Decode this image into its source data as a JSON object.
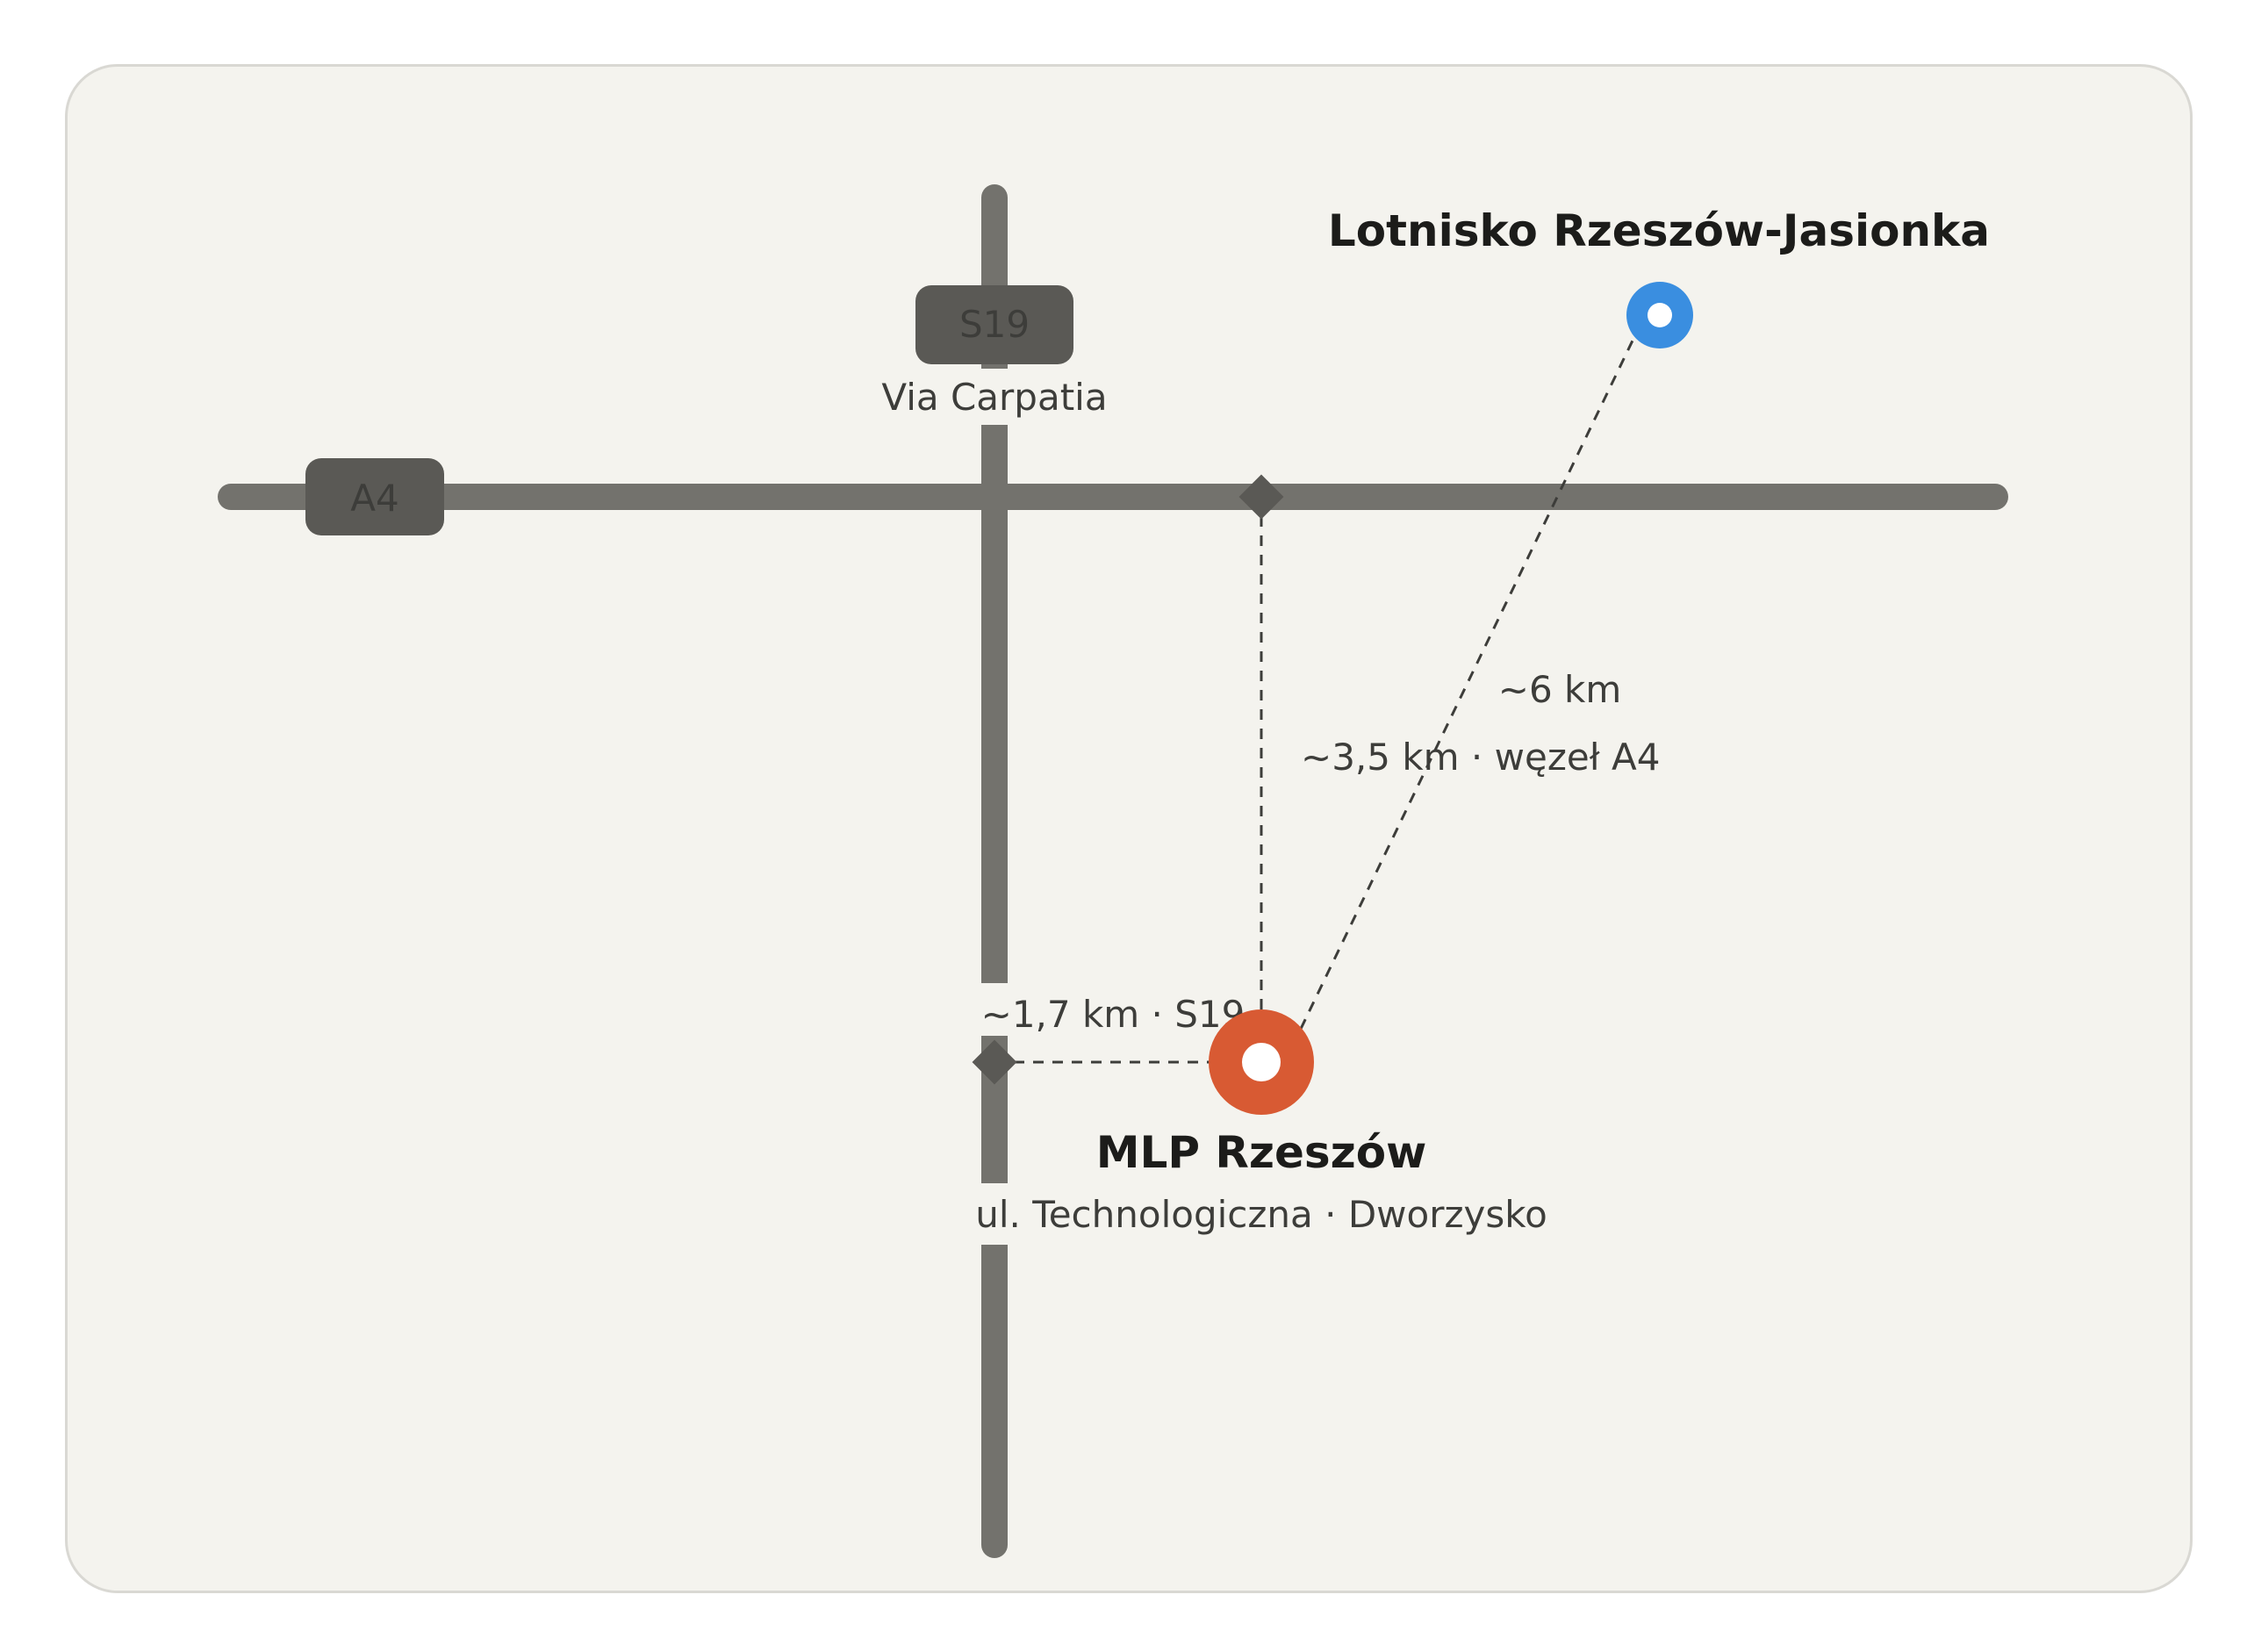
{
  "map": {
    "roads": {
      "s19": {
        "badge": "S19",
        "name": "Via Carpatia"
      },
      "a4": {
        "badge": "A4"
      }
    },
    "places": {
      "site": {
        "title": "MLP Rzeszów",
        "subtitle": "ul. Technologiczna · Dworzysko"
      },
      "airport": {
        "title": "Lotnisko Rzeszów-Jasionka"
      }
    },
    "distances": {
      "to_s19": "~1,7 km · S19",
      "to_a4": "~3,5 km · węzeł A4",
      "to_airport": "~6 km"
    },
    "colors": {
      "background": "#f4f3ee",
      "road": "#73726d",
      "badge": "#5a5955",
      "site_marker": "#d85a33",
      "airport_marker": "#3a8ee0",
      "route_line": "#3d3d3a"
    },
    "icons": {
      "site": "location-ring-icon",
      "airport": "airport-ring-icon",
      "junction": "junction-diamond-icon"
    }
  }
}
